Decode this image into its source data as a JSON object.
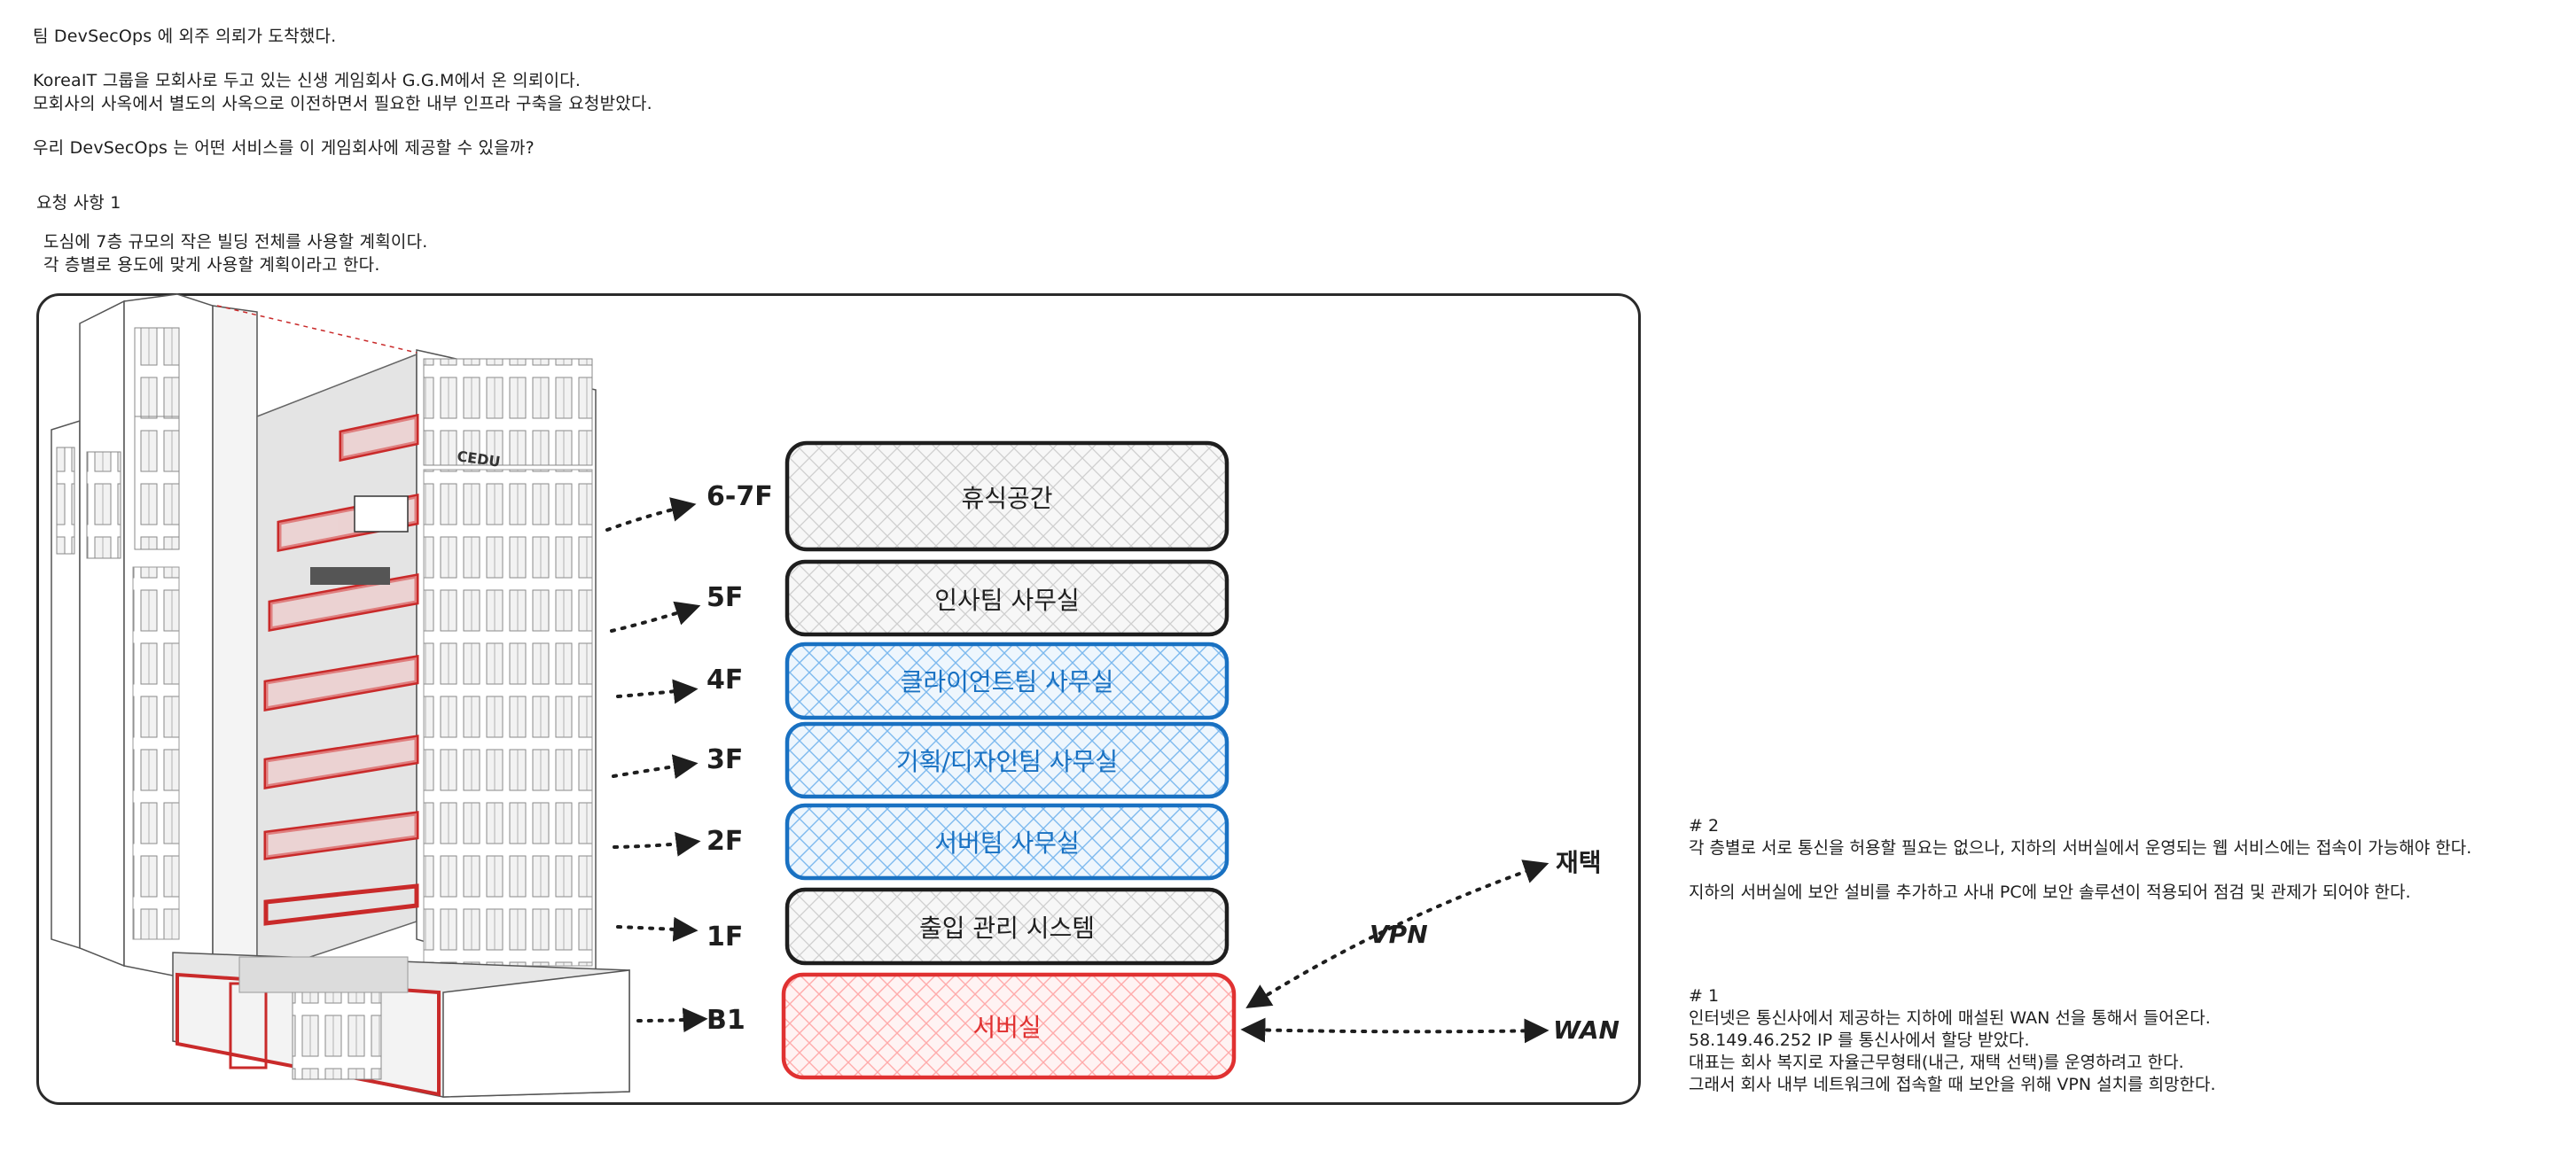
{
  "intro": {
    "line1": "팀 DevSecOps 에 외주 의뢰가 도착했다.",
    "line2": "KoreaIT 그룹을 모회사로 두고 있는 신생 게임회사 G.G.M에서 온 의뢰이다.",
    "line3": "모회사의 사옥에서 별도의 사옥으로 이전하면서 필요한 내부 인프라 구축을 요청받았다.",
    "line4": "우리 DevSecOps 는 어떤 서비스를 이 게임회사에 제공할 수 있을까?"
  },
  "request": {
    "title": "요청 사항 1",
    "line1": "도심에 7층 규모의 작은 빌딩 전체를 사용할 계획이다.",
    "line2": "각 층별로 용도에 맞게 사용할 계획이라고 한다."
  },
  "building": {
    "sign": "CEDU"
  },
  "floors": [
    {
      "floor": "6-7F",
      "use": "휴식공간",
      "color": "#1e1e1e",
      "fill": "#dcdcdc"
    },
    {
      "floor": "5F",
      "use": "인사팀 사무실",
      "color": "#1e1e1e",
      "fill": "#dcdcdc"
    },
    {
      "floor": "4F",
      "use": "클라이언트팀 사무실",
      "color": "#1971c2",
      "fill": "#8ec5f2"
    },
    {
      "floor": "3F",
      "use": "기획/디자인팀 사무실",
      "color": "#1971c2",
      "fill": "#8ec5f2"
    },
    {
      "floor": "2F",
      "use": "서버팀 사무실",
      "color": "#1971c2",
      "fill": "#8ec5f2"
    },
    {
      "floor": "1F",
      "use": "출입 관리 시스템",
      "color": "#1e1e1e",
      "fill": "#dcdcdc"
    },
    {
      "floor": "B1",
      "use": "서버실",
      "color": "#e03131",
      "fill": "#ffb3b3"
    }
  ],
  "connections": {
    "remote": "재택",
    "vpn": "VPN",
    "wan": "WAN"
  },
  "note2": {
    "title": "# 2",
    "line1": "각 층별로 서로 통신을 허용할 필요는 없으나, 지하의 서버실에서 운영되는 웹 서비스에는 접속이 가능해야 한다.",
    "line2": "지하의 서버실에 보안 설비를 추가하고 사내 PC에 보안 솔루션이 적용되어 점검 및 관제가 되어야 한다."
  },
  "note1": {
    "title": "# 1",
    "line1": "인터넷은 통신사에서 제공하는 지하에 매설된 WAN 선을 통해서 들어온다.",
    "line2": "58.149.46.252 IP 를 통신사에서 할당 받았다.",
    "line3": "대표는 회사 복지로 자율근무형태(내근, 재택 선택)를 운영하려고 한다.",
    "line4": "그래서 회사 내부 네트워크에 접속할 때 보안을 위해 VPN 설치를 희망한다."
  }
}
